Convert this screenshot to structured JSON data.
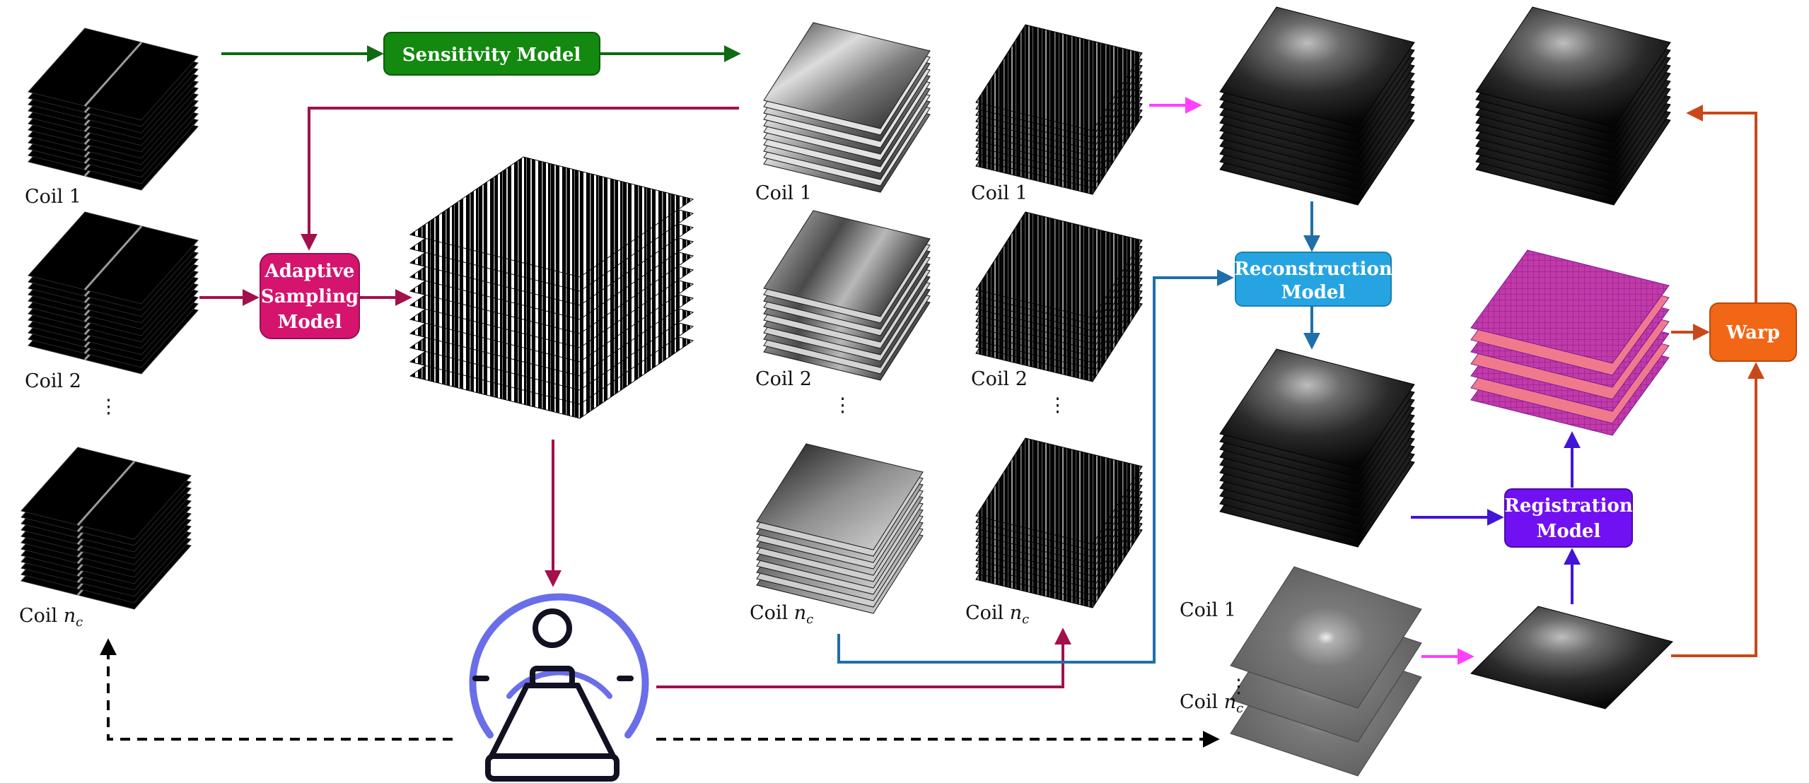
{
  "boxes": {
    "sensitivity": {
      "label": "Sensitivity Model",
      "color": "#13890f"
    },
    "adaptive": {
      "line1": "Adaptive",
      "line2": "Sampling",
      "line3": "Model",
      "color": "#d5146e"
    },
    "reconstruction": {
      "line1": "Reconstruction",
      "line2": "Model",
      "color": "#26a4e2"
    },
    "registration": {
      "line1": "Registration",
      "line2": "Model",
      "color": "#7111f3"
    },
    "warp": {
      "label": "Warp",
      "color": "#f26716"
    }
  },
  "labels": {
    "coil1": "Coil 1",
    "coil2": "Coil 2",
    "coil_nc_prefix": "Coil ",
    "coil_nc_var": "n",
    "coil_nc_sub": "c",
    "dots": "⋮"
  },
  "colors": {
    "green": "#0f6a13",
    "crimson": "#a3104b",
    "magenta": "#ff40ff",
    "blue": "#1f6fa8",
    "purple": "#4414d6",
    "orange": "#c8481a",
    "black": "#000000",
    "scanner": "#6a6ee8",
    "scanner_dark": "#111122"
  },
  "icons": {
    "scanner": "mri-scanner-icon"
  }
}
